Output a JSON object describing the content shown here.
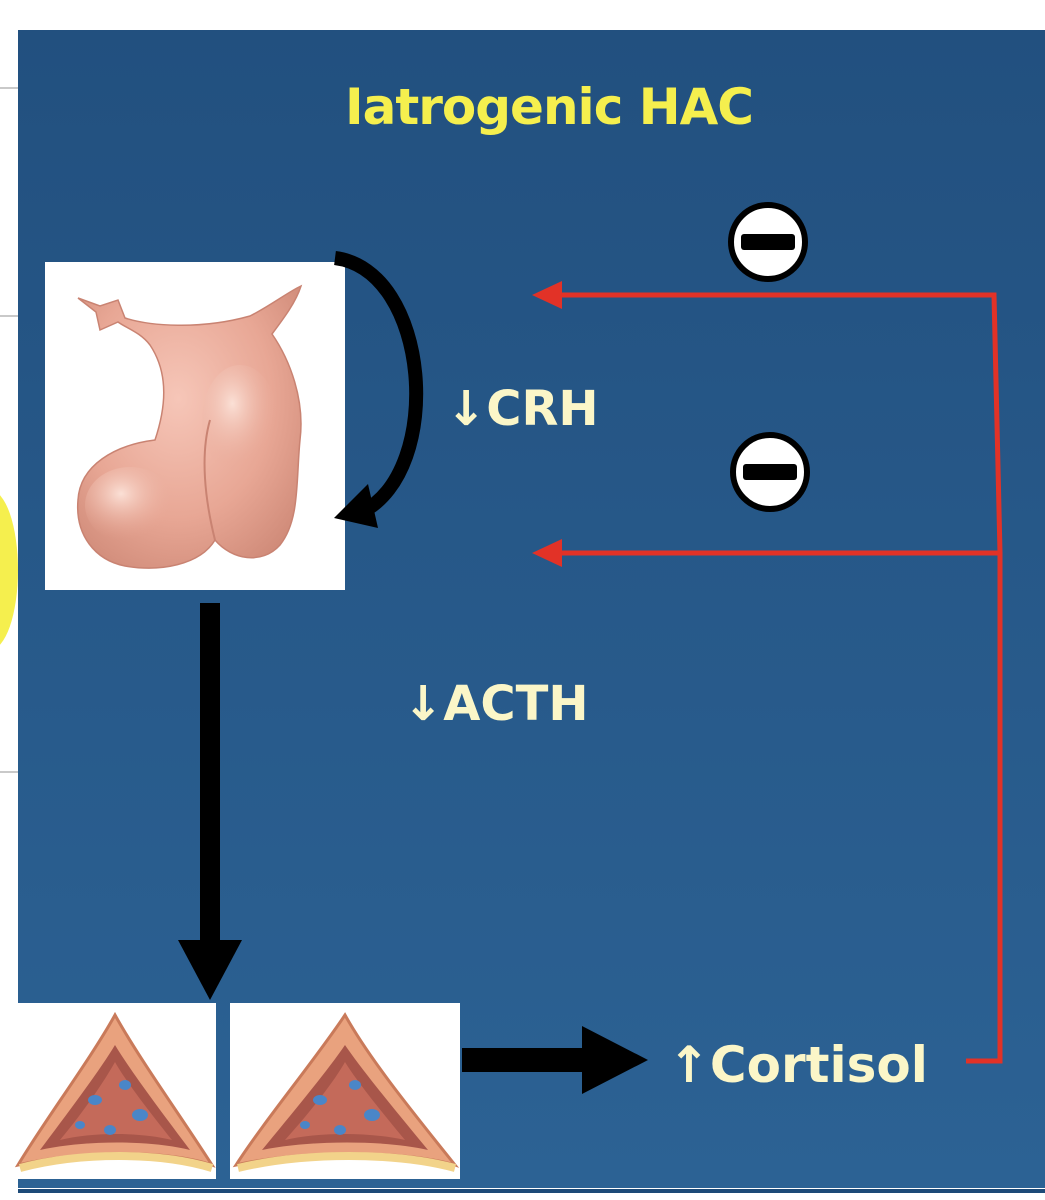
{
  "title": "Iatrogenic HAC",
  "labels": {
    "crh": "↓CRH",
    "acth": "↓ACTH",
    "cortisol": "↑Cortisol"
  },
  "feedback_signs": [
    "−",
    "−"
  ],
  "colors": {
    "background": "#2a5c8e",
    "title": "#f5ef4e",
    "label": "#fbf6c8",
    "feedback_arrow": "#e23227",
    "flow_arrow": "#000000",
    "pituitary": "#e8a795",
    "adrenal": "#e9a27e"
  }
}
